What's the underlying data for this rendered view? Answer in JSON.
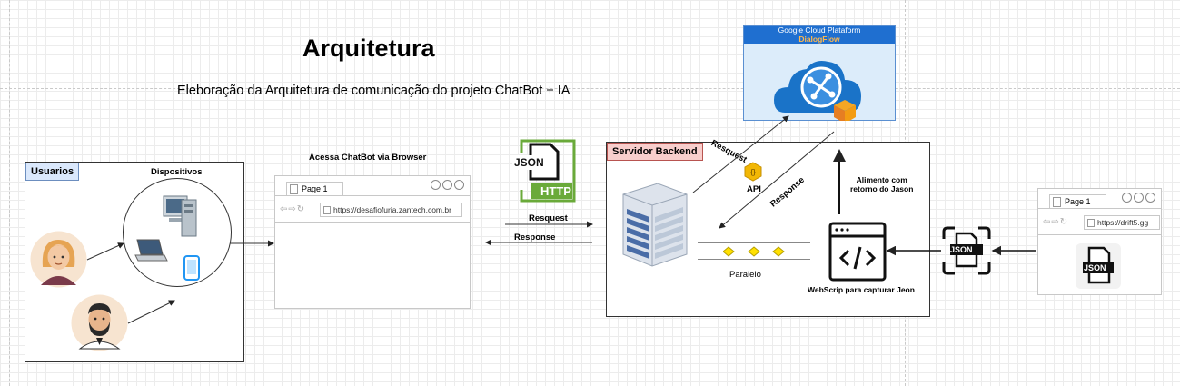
{
  "title": "Arquitetura",
  "subtitle": "Eleboração da Arquitetura de comunicação do projeto ChatBot + IA",
  "users_panel": {
    "label": "Usuarios",
    "devices_label": "Dispositivos"
  },
  "browser_main": {
    "heading": "Acessa ChatBot via Browser",
    "tab_label": "Page 1",
    "url": "https://desafiofuria.zantech.com.br"
  },
  "http_icon": {
    "json_label": "JSON",
    "http_label": "HTTP"
  },
  "request_label": "Resquest",
  "response_label": "Response",
  "gcp": {
    "line1": "Google Cloud Plataform",
    "line2": "DialogFlow"
  },
  "backend": {
    "label": "Servidor Backend",
    "api_label": "API",
    "request_label": "Resquest",
    "response_label": "Response",
    "parallel_label": "Paralelo",
    "feed_label_1": "Alimento com",
    "feed_label_2": "retorno do Jason",
    "webscript_label": "WebScrip para capturar Jeon"
  },
  "scan_icon": {
    "json_label": "JSON"
  },
  "browser_right": {
    "tab_label": "Page 1",
    "url": "https://drift5.gg",
    "json_label": "JSON"
  },
  "colors": {
    "users_tag_bg": "#dae8fc",
    "backend_tag_bg": "#f8cecc",
    "gcp_header": "#1f6fd0",
    "gcp_body": "#dcecfa",
    "http_green": "#6aaa3a",
    "server_blue": "#4a6da7",
    "diamond_yellow": "#ffe000",
    "api_badge": "#f2b705"
  }
}
